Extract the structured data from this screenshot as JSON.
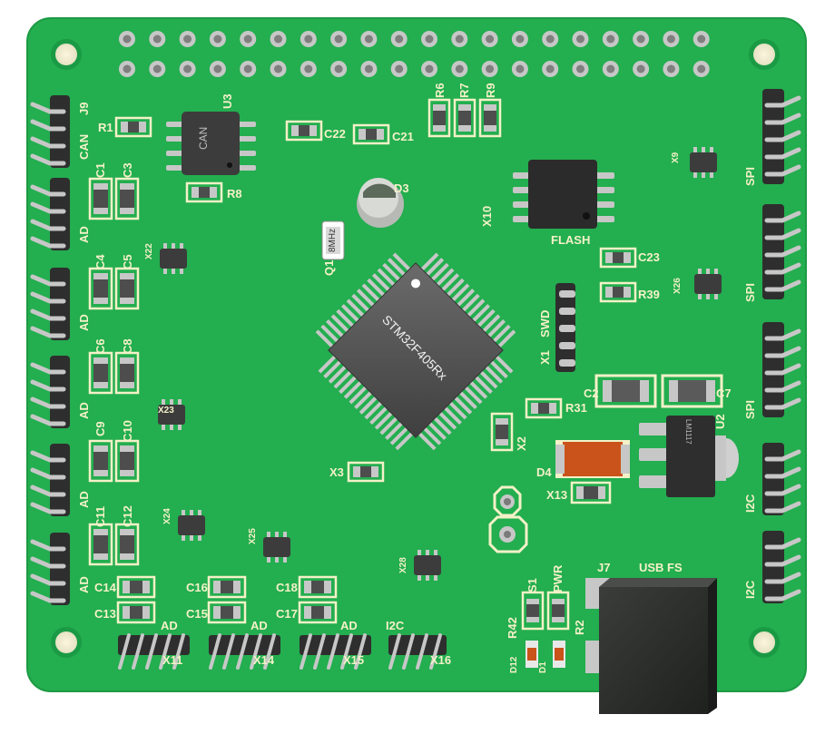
{
  "board": {
    "main_ic": "STM32F405Rx",
    "can_ic": "CAN",
    "flash_ic_label": "FLASH",
    "crystal_marking": "8MHz",
    "usb_label": "USB FS",
    "regulator_marking": "LM1117"
  },
  "labels": {
    "J9": "J9",
    "CAN": "CAN",
    "R1": "R1",
    "U3": "U3",
    "R8": "R8",
    "C22": "C22",
    "C21": "C21",
    "R6": "R6",
    "R7": "R7",
    "R9": "R9",
    "D3": "D3",
    "Q1": "Q1",
    "X10": "X10",
    "FLASH": "FLASH",
    "C23": "C23",
    "R39": "R39",
    "X9": "X9",
    "X26": "X26",
    "SPI1": "SPI",
    "SPI2": "SPI",
    "SPI3": "SPI",
    "C1": "C1",
    "C3": "C3",
    "AD1": "AD",
    "X22": "X22",
    "C4": "C4",
    "C5": "C5",
    "AD2": "AD",
    "C6": "C6",
    "C8": "C8",
    "AD3": "AD",
    "X23": "X23",
    "C9": "C9",
    "C10": "C10",
    "AD4": "AD",
    "C11": "C11",
    "C12": "C12",
    "AD5": "AD",
    "X24": "X24",
    "X25": "X25",
    "SWD": "SWD",
    "X1": "X1",
    "C2": "C2",
    "C7": "C7",
    "R31": "R31",
    "X2": "X2",
    "U2": "U2",
    "D4": "D4",
    "X13": "X13",
    "X3": "X3",
    "I2C1": "I2C",
    "I2C2": "I2C",
    "C14": "C14",
    "C13": "C13",
    "C16": "C16",
    "C15": "C15",
    "C18": "C18",
    "C17": "C17",
    "X28": "X28",
    "AD6": "AD",
    "AD7": "AD",
    "AD8": "AD",
    "I2C3": "I2C",
    "X11": "X11",
    "X14": "X14",
    "X15": "X15",
    "X16": "X16",
    "J7": "J7",
    "S1": "S1",
    "PWR": "PWR",
    "R42": "R42",
    "R2": "R2",
    "D12": "D12",
    "D1": "D1"
  },
  "colors": {
    "pcb": "#23ae4f",
    "pcb_edge": "#1d9a44",
    "silk": "#f4f1c8",
    "chip": "#4d4d4d",
    "pin": "#c7c7c7",
    "header": "#2e2e2e",
    "led_orange": "#c9531a"
  }
}
